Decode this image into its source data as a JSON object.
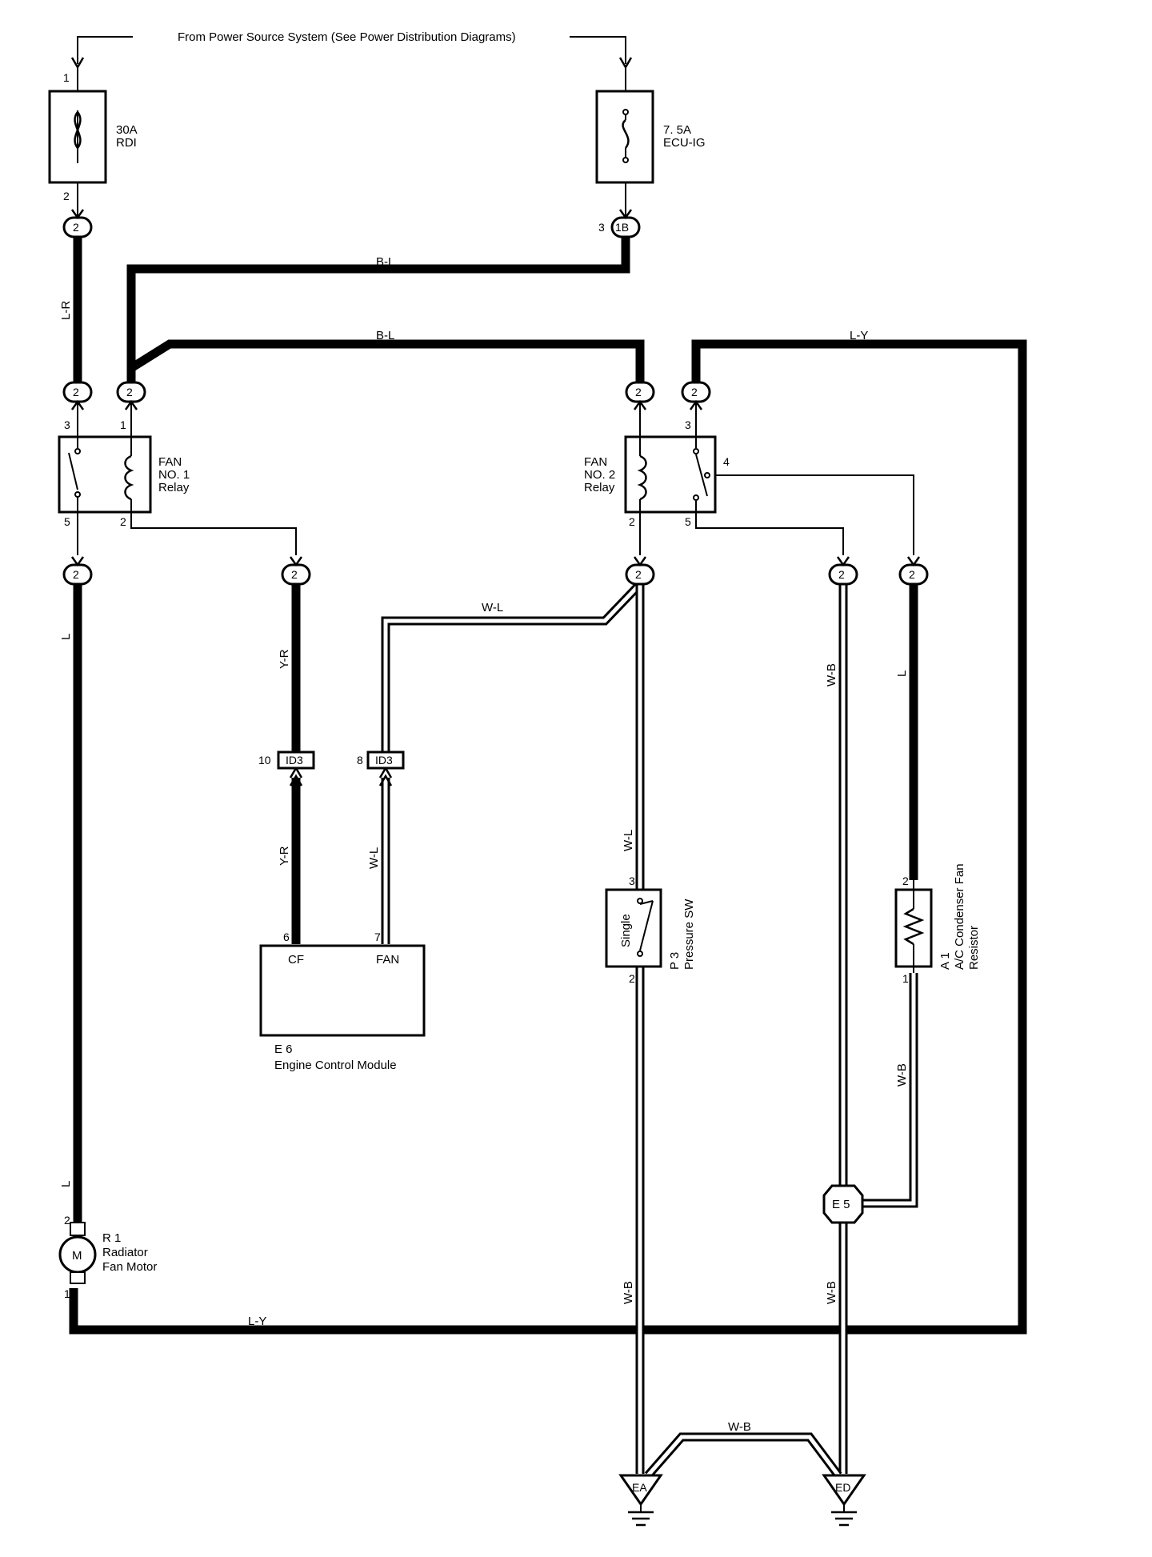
{
  "header": {
    "power_source": "From Power Source System (See Power Distribution Diagrams)"
  },
  "fuses": {
    "rdi": {
      "rating": "30A",
      "name": "RDI",
      "pin_in": "1",
      "pin_out": "2"
    },
    "ecu_ig": {
      "rating": "7. 5A",
      "name": "ECU-IG"
    }
  },
  "wires": {
    "l_r": "L-R",
    "b_l_top": "B-L",
    "b_l_mid": "B-L",
    "l_y_top": "L-Y",
    "l_y_bottom": "L-Y",
    "l_left_top": "L",
    "l_left_bottom": "L",
    "y_r_top": "Y-R",
    "y_r_bottom": "Y-R",
    "w_l_top": "W-L",
    "w_l_ecm": "W-L",
    "w_l_sw": "W-L",
    "w_b_mid": "W-B",
    "w_b_res": "W-B",
    "w_b_low1": "W-B",
    "w_b_low2": "W-B",
    "w_b_ground": "W-B",
    "l_right": "L"
  },
  "connectors": {
    "c2": "2",
    "c1b": "1B",
    "c1b_pin": "3",
    "id3": "ID3",
    "id3_pin_a": "10",
    "id3_pin_b": "8"
  },
  "relays": {
    "fan1": {
      "line1": "FAN",
      "line2": "NO. 1",
      "line3": "Relay",
      "p3": "3",
      "p1": "1",
      "p5": "5",
      "p2": "2"
    },
    "fan2": {
      "line1": "FAN",
      "line2": "NO. 2",
      "line3": "Relay",
      "p2": "2",
      "p3": "3",
      "p4": "4",
      "p5": "5"
    }
  },
  "ecm": {
    "code": "E 6",
    "name": "Engine Control Module",
    "cf": "CF",
    "fan": "FAN",
    "p6": "6",
    "p7": "7"
  },
  "pressure_sw": {
    "code": "P 3",
    "name": "Pressure SW",
    "inner": "Single",
    "p3": "3",
    "p2": "2"
  },
  "resistor": {
    "code": "A 1",
    "line1": "A/C Condenser Fan",
    "line2": "Resistor",
    "p2": "2",
    "p1": "1"
  },
  "motor": {
    "code": "R 1",
    "line1": "Radiator",
    "line2": "Fan Motor",
    "symbol": "M",
    "p2": "2",
    "p1": "1"
  },
  "junction": {
    "label": "E 5"
  },
  "grounds": {
    "ea": "EA",
    "ed": "ED"
  }
}
